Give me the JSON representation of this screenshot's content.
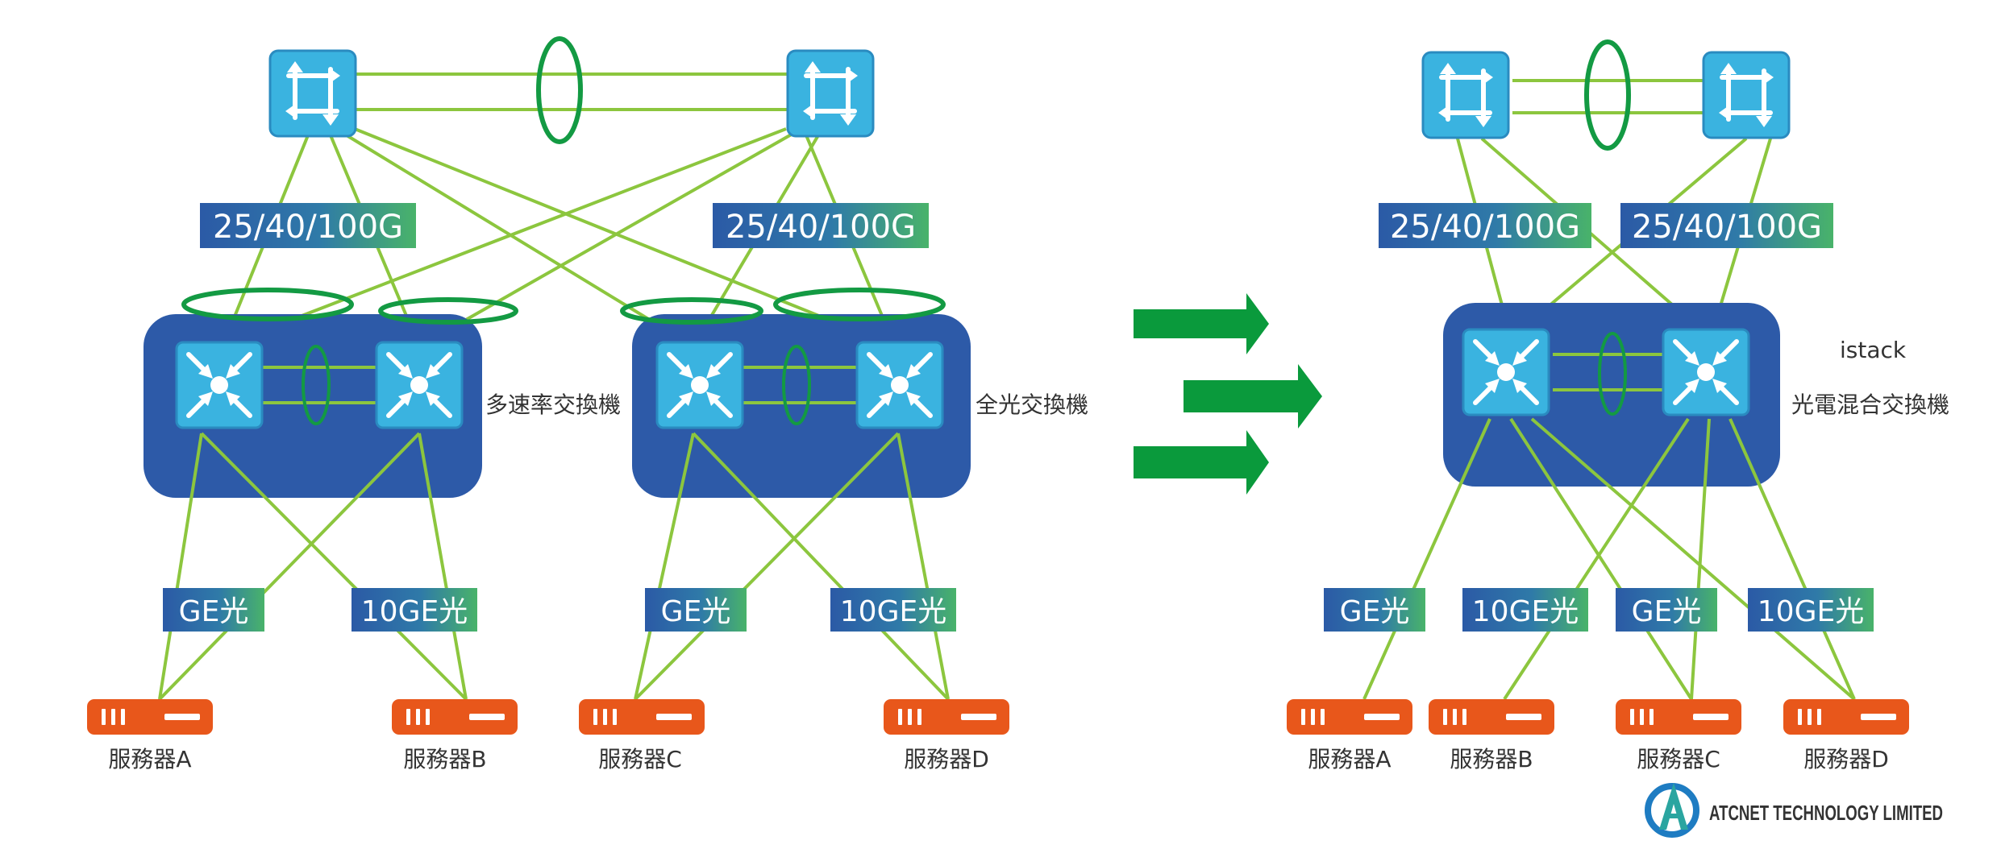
{
  "left": {
    "uplink_labels": [
      "25/40/100G",
      "25/40/100G"
    ],
    "groups": [
      {
        "name": "多速率交換機"
      },
      {
        "name": "全光交換機"
      }
    ],
    "port_labels": [
      "GE光",
      "10GE光",
      "GE光",
      "10GE光"
    ],
    "servers": [
      "服務器A",
      "服務器B",
      "服務器C",
      "服務器D"
    ]
  },
  "right": {
    "uplink_labels": [
      "25/40/100G",
      "25/40/100G"
    ],
    "stack_label": "istack",
    "group_name": "光電混合交換機",
    "port_labels": [
      "GE光",
      "10GE光",
      "GE光",
      "10GE光"
    ],
    "servers": [
      "服務器A",
      "服務器B",
      "服務器C",
      "服務器D"
    ]
  },
  "logo": {
    "text": "ATCNET TECHNOLOGY LIMITED"
  },
  "colors": {
    "link_green": "#8cc63e",
    "ring_green": "#139a43",
    "switch_blue": "#2d5aa8",
    "icon_blue": "#3ab3e0",
    "server_orange": "#e8571b",
    "arrow_green": "#0a9a3c"
  }
}
